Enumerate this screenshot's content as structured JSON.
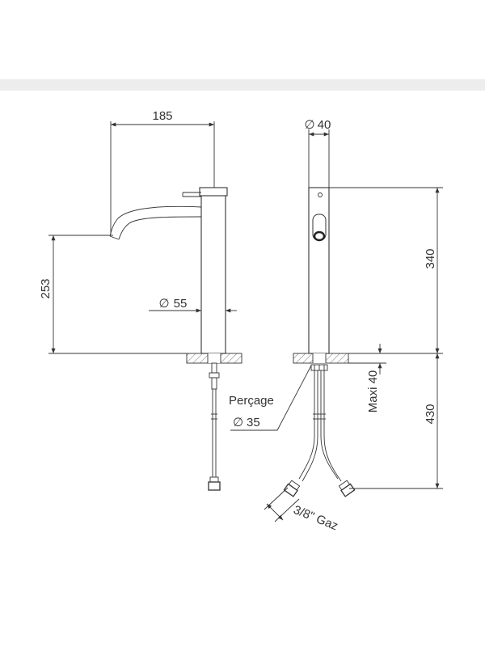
{
  "diagram": {
    "front": {
      "width_label": "185",
      "height_label": "253",
      "diameter_label": "55"
    },
    "side": {
      "diameter_label": "40",
      "height_label": "340",
      "hose_length_label": "430",
      "maxi_label": "Maxi 40",
      "percage_label": "Perçage",
      "percage_diameter_label": "35",
      "thread_label": "3/8\" Gaz"
    },
    "diameter_symbol": "∅"
  }
}
